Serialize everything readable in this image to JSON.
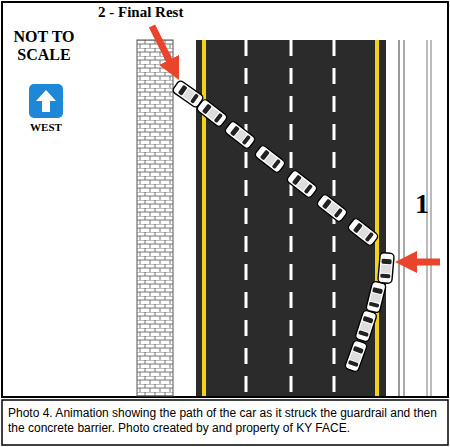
{
  "diagram": {
    "caption": "Photo 4. Animation showing the path of the car as it struck the guardrail and then the concrete barrier. Photo created by and property of KY FACE.",
    "labels": [
      "2 - Final Rest",
      "NOT TO SCALE",
      "WEST",
      "1"
    ]
  }
}
